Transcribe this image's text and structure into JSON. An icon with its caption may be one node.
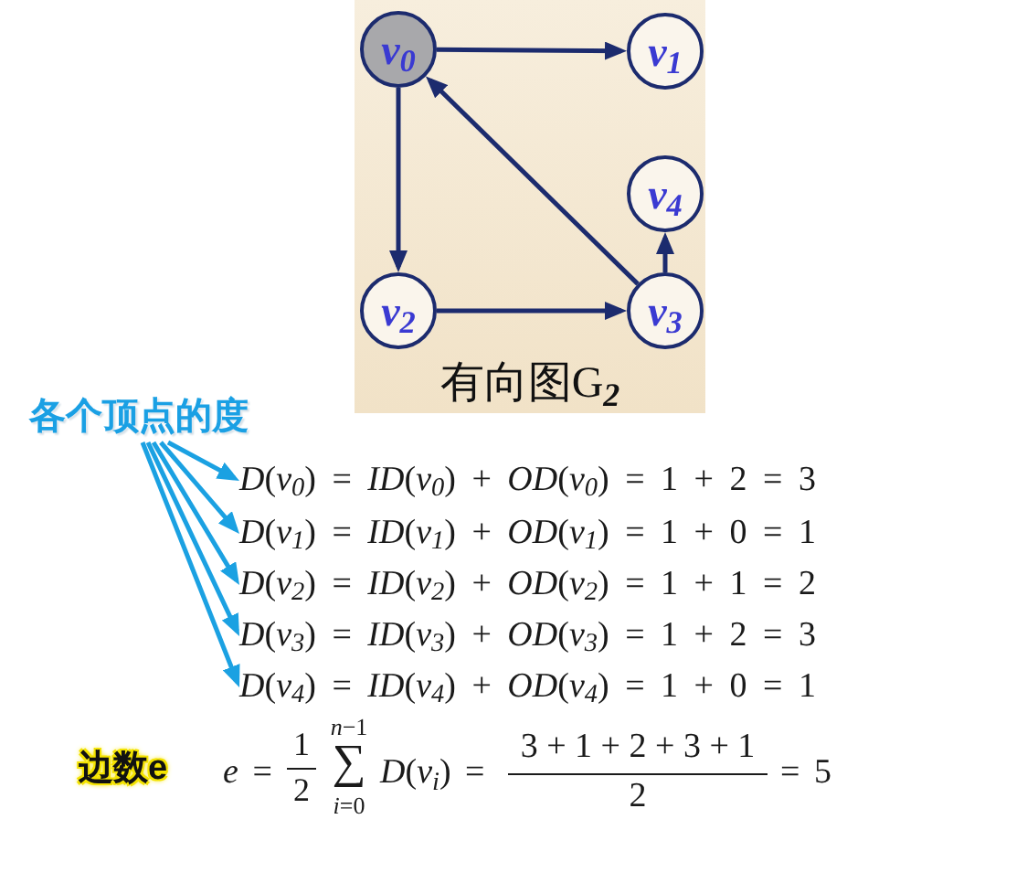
{
  "diagram": {
    "nodes": [
      {
        "text": [
          "有向图G$_{2}$"
        ]
      },
      {
        "text": [
          "*v$_{0}$*"
        ],
        "in": 0
      },
      {
        "text": [
          "*v$_{1}$*"
        ],
        "in": 0
      },
      {
        "text": [
          "*v$_{2}$*"
        ],
        "in": 0
      },
      {
        "text": [
          "*v$_{3}$*"
        ],
        "in": 0
      },
      {
        "text": [
          "*v$_{4}$*"
        ],
        "in": 0
      },
      {
        "text": [
          "各个顶点的度"
        ]
      },
      {
        "text": [
          "*D*(*v$_{0}$*) = *ID*(*v$_{0}$*) + *OD*(*v$_{0}$*) = 1 + 2 = 3"
        ]
      },
      {
        "text": [
          "*D*(*v$_{1}$*) = *ID*(*v$_{1}$*) + *OD*(*v$_{1}$*) = 1 + 0 = 1"
        ]
      },
      {
        "text": [
          "*D*(*v$_{2}$*) = *ID*(*v$_{2}$*) + *OD*(*v$_{2}$*) = 1 + 1 = 2"
        ]
      },
      {
        "text": [
          "*D*(*v$_{3}$*) = *ID*(*v$_{3}$*) + *OD*(*v$_{3}$*) = 1 + 2 = 3"
        ]
      },
      {
        "text": [
          "*D*(*v$_{4}$*) = *ID*(*v$_{4}$*) + *OD*(*v$_{4}$*) = 1 + 0 = 1"
        ]
      }
    ],
    "edges": [
      {
        "from": 1,
        "to": 2,
        "arrow": "to"
      },
      {
        "from": 1,
        "to": 3,
        "arrow": "to"
      },
      {
        "from": 4,
        "to": 1,
        "arrow": "to"
      },
      {
        "from": 3,
        "to": 4,
        "arrow": "to"
      },
      {
        "from": 4,
        "to": 5,
        "arrow": "to"
      },
      {
        "from": 6,
        "to": 7,
        "arrow": "to",
        "color": "#1ba1e2"
      },
      {
        "from": 6,
        "to": 8,
        "arrow": "to",
        "color": "#1ba1e2"
      },
      {
        "from": 6,
        "to": 9,
        "arrow": "to",
        "color": "#1ba1e2"
      },
      {
        "from": 6,
        "to": 10,
        "arrow": "to",
        "color": "#1ba1e2"
      },
      {
        "from": 6,
        "to": 11,
        "arrow": "to",
        "color": "#1ba1e2"
      }
    ],
    "labels": [
      "边数e",
      "*e* =",
      "1",
      "2",
      "*n*−1",
      "∑",
      "*i*=0",
      "*D*(*v$_{i}$*) =",
      "3 + 1 + 2 + 3 + 1",
      "2",
      "= 5"
    ]
  }
}
